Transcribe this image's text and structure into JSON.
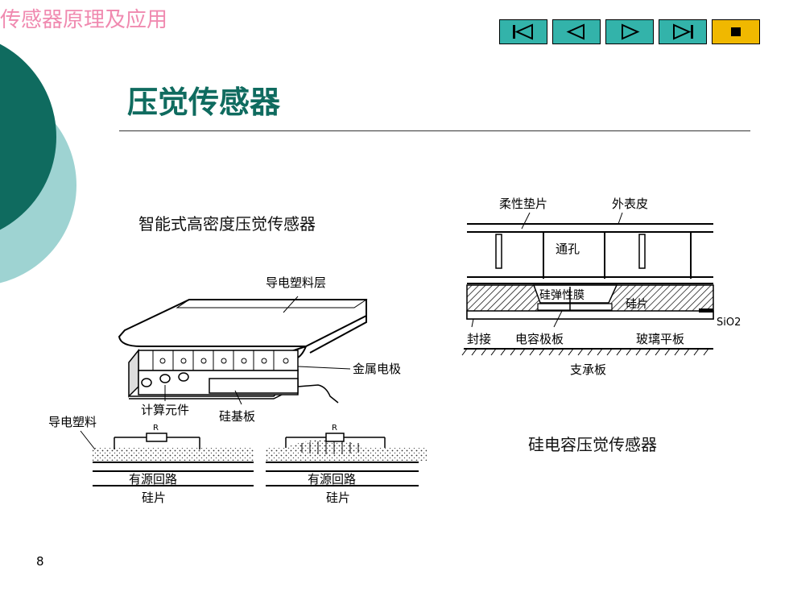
{
  "header": {
    "course_title": "传感器原理及应用",
    "nav": [
      {
        "name": "first-slide-button",
        "icon": "first-icon"
      },
      {
        "name": "prev-slide-button",
        "icon": "prev-icon"
      },
      {
        "name": "next-slide-button",
        "icon": "next-icon"
      },
      {
        "name": "last-slide-button",
        "icon": "last-icon"
      },
      {
        "name": "stop-button",
        "icon": "stop-icon"
      }
    ]
  },
  "slide": {
    "title": "压觉传感器",
    "left_caption": "智能式高密度压觉传感器",
    "right_caption": "硅电容压觉传感器",
    "page_number": "8"
  },
  "left_diagram": {
    "conductive_plastic_layer": "导电塑料层",
    "metal_electrode": "金属电极",
    "computing_element": "计算元件",
    "silicon_substrate": "硅基板",
    "conductive_plastic": "导电塑料",
    "resistor_label": "R",
    "active_circuit": "有源回路",
    "silicon_chip": "硅片"
  },
  "right_diagram": {
    "flexible_pad": "柔性垫片",
    "outer_skin": "外表皮",
    "through_hole": "通孔",
    "silicon_membrane": "硅弹性膜",
    "silicon_chip": "硅片",
    "sio2": "SiO2",
    "sealing": "封接",
    "capacitor_plate": "电容极板",
    "glass_plate": "玻璃平板",
    "support_plate": "支承板"
  },
  "colors": {
    "teal_dark": "#0f6b5f",
    "teal_light": "#9ed3d2",
    "nav_fill": "#33b3aa",
    "stop_fill": "#f0b800",
    "course_pink": "#f08ab0"
  }
}
